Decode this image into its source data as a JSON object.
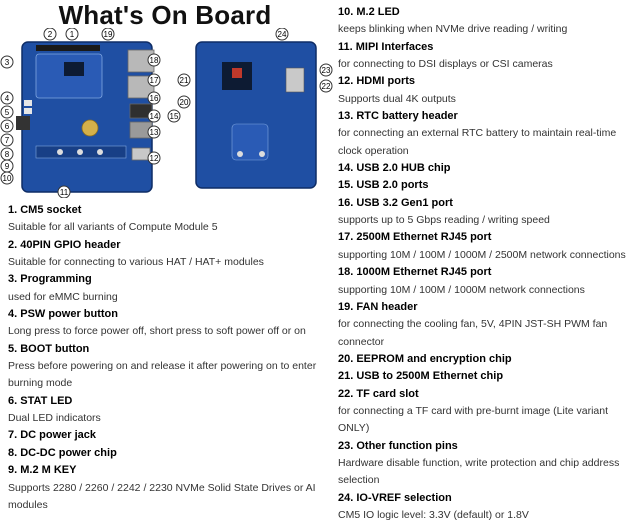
{
  "title": "What's On Board",
  "left_items": [
    {
      "title": "1. CM5 socket",
      "desc": "Suitable for all variants of Compute Module 5"
    },
    {
      "title": "2. 40PIN GPIO header",
      "desc": "Suitable for connecting to various HAT / HAT+ modules"
    },
    {
      "title": "3. Programming",
      "desc": "used for eMMC burning"
    },
    {
      "title": "4. PSW power button",
      "desc": "Long press to force power off, short press to soft power off or on"
    },
    {
      "title": "5. BOOT button",
      "desc": "Press before powering on and release it after powering on to enter burning mode"
    },
    {
      "title": "6. STAT LED",
      "desc": "Dual LED indicators"
    },
    {
      "title": "7. DC power jack",
      "desc": ""
    },
    {
      "title": "8. DC-DC power chip",
      "desc": ""
    },
    {
      "title": "9. M.2 M KEY",
      "desc": "Supports 2280 / 2260 / 2242 / 2230 NVMe Solid State Drives or AI modules"
    }
  ],
  "right_items": [
    {
      "title": "10. M.2 LED",
      "desc": "keeps blinking when NVMe drive reading / writing"
    },
    {
      "title": "11. MIPI Interfaces",
      "desc": "for connecting to DSI displays or CSI cameras"
    },
    {
      "title": "12. HDMI ports",
      "desc": "Supports dual 4K outputs"
    },
    {
      "title": "13. RTC battery header",
      "desc": "for connecting an external RTC battery to maintain real-time clock operation"
    },
    {
      "title": "14. USB 2.0 HUB chip",
      "desc": ""
    },
    {
      "title": "15. USB 2.0 ports",
      "desc": ""
    },
    {
      "title": "16. USB 3.2 Gen1 port",
      "desc": "supports up to 5 Gbps reading / writing speed"
    },
    {
      "title": "17. 2500M Ethernet RJ45 port",
      "desc": "supporting 10M / 100M / 1000M / 2500M network connections"
    },
    {
      "title": "18. 1000M Ethernet RJ45 port",
      "desc": "supporting 10M / 100M / 1000M network connections"
    },
    {
      "title": "19. FAN header",
      "desc": "for connecting the cooling fan, 5V, 4PIN JST-SH PWM fan connector"
    },
    {
      "title": "20. EEPROM and encryption chip",
      "desc": ""
    },
    {
      "title": "21. USB to 2500M Ethernet chip",
      "desc": ""
    },
    {
      "title": "22. TF card slot",
      "desc": "for connecting a TF card with pre-burnt image (Lite variant ONLY)"
    },
    {
      "title": "23. Other function pins",
      "desc": "Hardware disable function, write protection and chip address selection"
    },
    {
      "title": "24. IO-VREF selection",
      "desc": "CM5 IO logic level: 3.3V (default) or 1.8V"
    }
  ],
  "callouts": [
    "1",
    "2",
    "3",
    "4",
    "5",
    "6",
    "7",
    "8",
    "9",
    "10",
    "11",
    "12",
    "13",
    "14",
    "15",
    "16",
    "17",
    "18",
    "19",
    "20",
    "21",
    "22",
    "23",
    "24"
  ],
  "colors": {
    "board": "#1f4fa3",
    "board_dark": "#163c80",
    "callout_stroke": "#333333"
  }
}
